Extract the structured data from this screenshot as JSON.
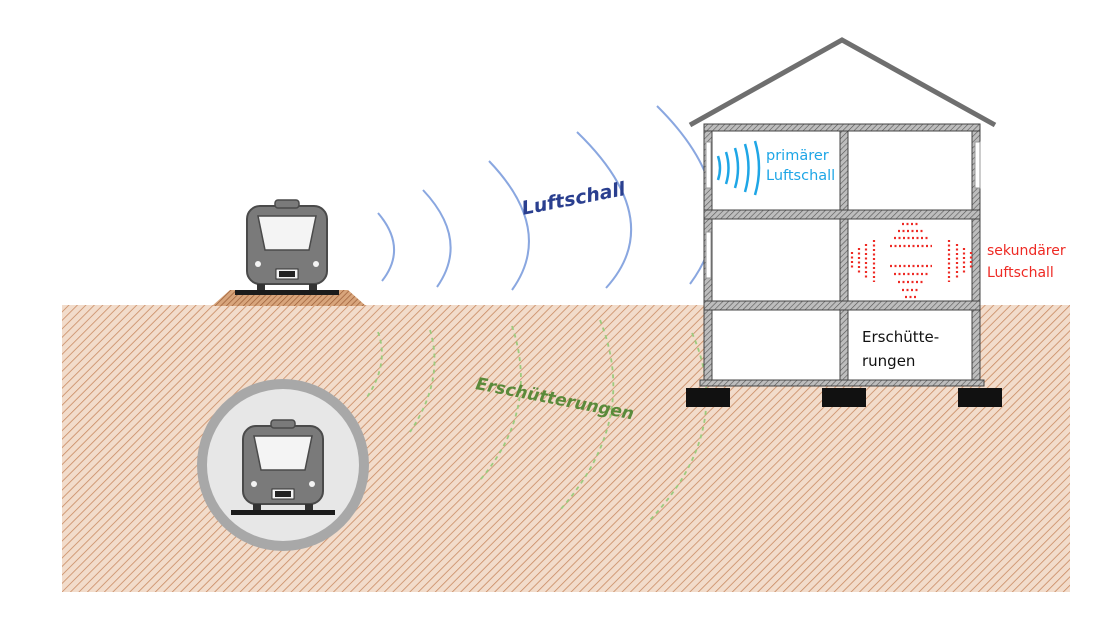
{
  "labels": {
    "airborne": "Luftschall",
    "vibrations": "Erschütterungen",
    "primary_line1": "primärer",
    "primary_line2": "Luftschall",
    "secondary_line1": "sekundärer",
    "secondary_line2": "Luftschall",
    "room_vib_line1": "Erschütte-",
    "room_vib_line2": "rungen"
  },
  "colors": {
    "airborne_text": "#2a3f8f",
    "airborne_waves": "#8aa7e0",
    "vibration_text": "#5a8a3a",
    "vibration_waves": "#9ccb7e",
    "primary": "#1ea6e6",
    "secondary": "#ee2a24",
    "ground_fill": "#f1d8c4",
    "ground_hatch": "#c98a62",
    "house_wall": "#707070",
    "train_body": "#7a7a7a"
  }
}
